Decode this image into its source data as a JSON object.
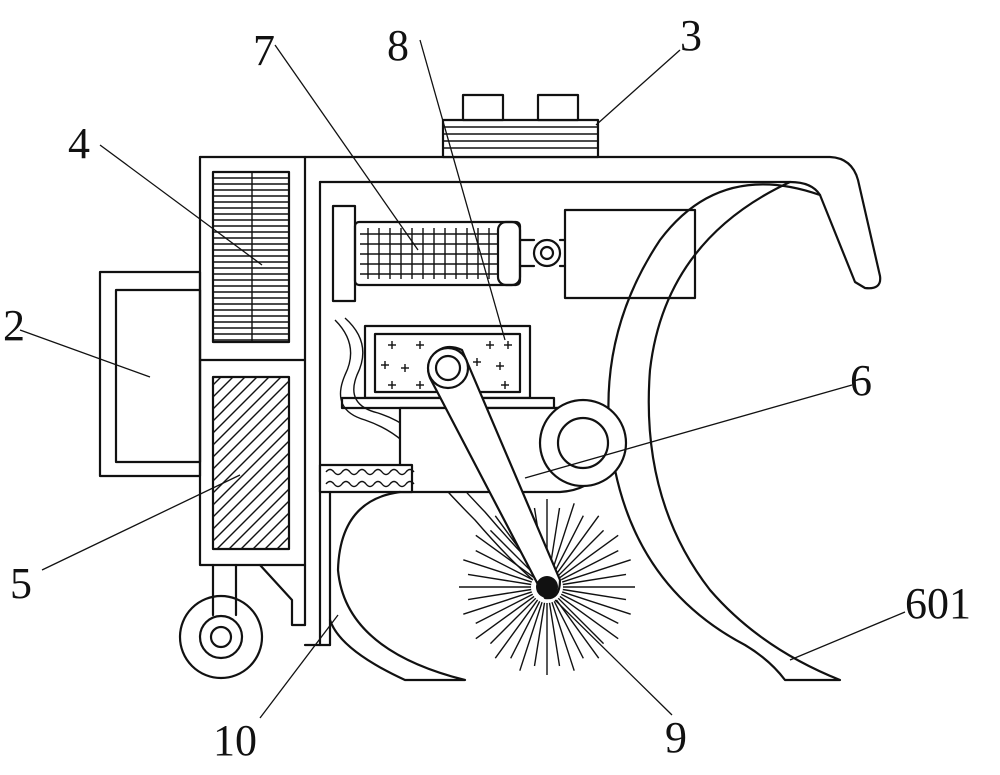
{
  "labels": {
    "l2": "2",
    "l3": "3",
    "l4": "4",
    "l5": "5",
    "l6": "6",
    "l7": "7",
    "l8": "8",
    "l9": "9",
    "l10": "10",
    "l601": "601"
  },
  "colors": {
    "line": "#111111",
    "background": "#ffffff"
  }
}
